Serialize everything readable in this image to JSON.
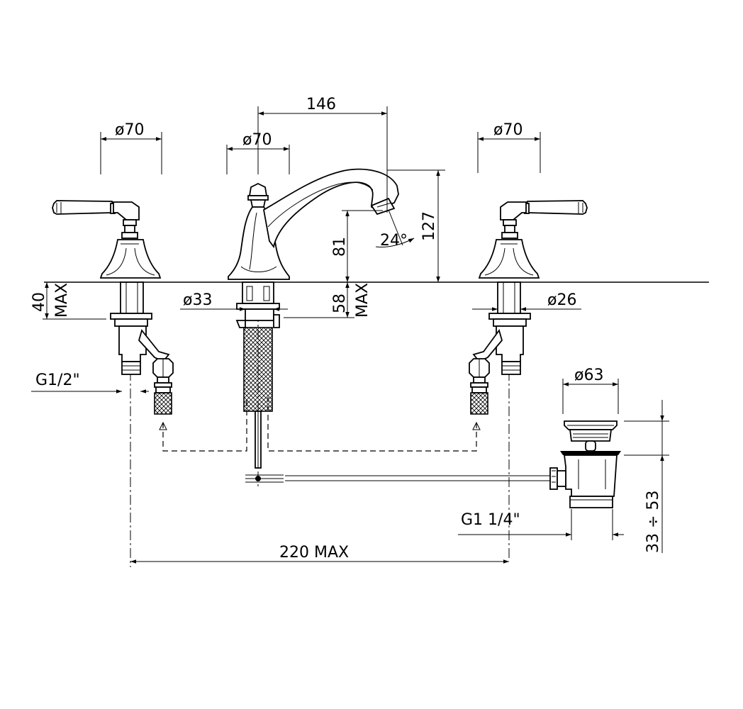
{
  "dimensions": {
    "handle_left_diameter": "ø70",
    "spout_diameter": "ø70",
    "handle_right_diameter": "ø70",
    "spout_reach": "146",
    "spout_height_total": "127",
    "spout_outlet_height": "81",
    "spout_angle": "24°",
    "deck_thickness_side": "40",
    "deck_thickness_side_max": "MAX",
    "spout_shank_diameter": "ø33",
    "deck_thickness_center": "58",
    "deck_thickness_center_max": "MAX",
    "side_shank_diameter": "ø26",
    "inlet_thread": "G1/2\"",
    "waste_diameter": "ø63",
    "waste_thread": "G1  1/4\"",
    "waste_range": "33 ÷ 53",
    "total_width": "220  MAX"
  }
}
